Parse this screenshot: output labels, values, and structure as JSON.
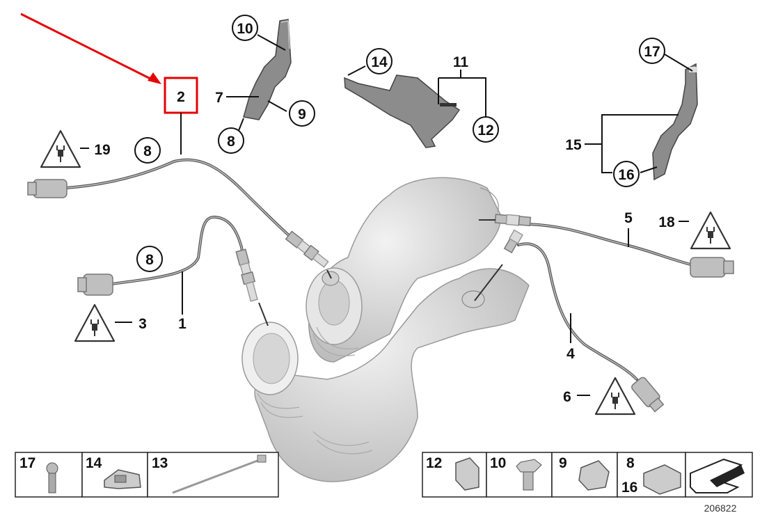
{
  "diagram": {
    "highlight_label": "2",
    "callouts": {
      "c10": "10",
      "c7": "7",
      "c9": "9",
      "c8a": "8",
      "c14": "14",
      "c11": "11",
      "c12": "12",
      "c17": "17",
      "c15": "15",
      "c16": "16",
      "c19": "19",
      "c8b": "8",
      "c8c": "8",
      "c3": "3",
      "c1": "1",
      "c5": "5",
      "c18": "18",
      "c4": "4",
      "c6": "6"
    },
    "legend_left": [
      {
        "label": "17",
        "icon": "bolt-icon"
      },
      {
        "label": "14",
        "icon": "clip-nut-icon"
      },
      {
        "label": "13",
        "icon": "cable-tie-icon"
      }
    ],
    "legend_right": [
      {
        "label": "12",
        "icon": "clip-icon"
      },
      {
        "label": "10",
        "icon": "hex-bolt-icon"
      },
      {
        "label": "9",
        "icon": "clamp-icon"
      },
      {
        "label": "8",
        "label2": "16",
        "icon": "grommet-icon"
      },
      {
        "label": "",
        "icon": "arrow-icon"
      }
    ],
    "figure_id": "206822"
  }
}
